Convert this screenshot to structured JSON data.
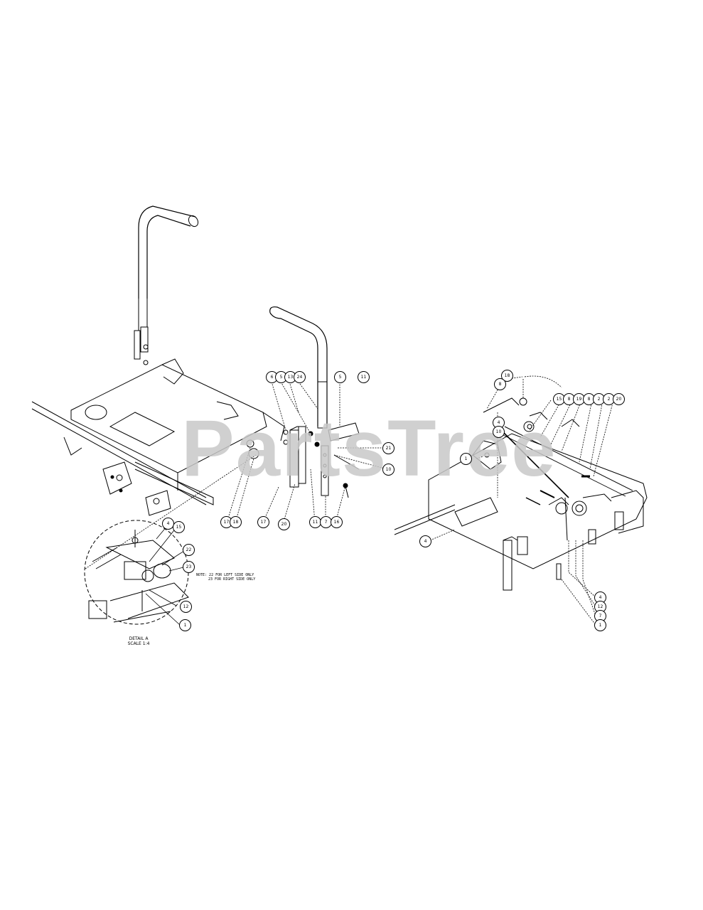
{
  "watermark": {
    "text": "PartsTree",
    "color": "#c8c8c8"
  },
  "diagram": {
    "type": "exploded-parts-diagram",
    "views": [
      {
        "id": "left-assembly",
        "description": "Frame deck with steering lever"
      },
      {
        "id": "center-lever",
        "description": "Lever assembly exploded view"
      },
      {
        "id": "detail-a",
        "description": "Circular detail view"
      },
      {
        "id": "right-assembly",
        "description": "Frame with linkage and pump"
      }
    ],
    "detail_a": {
      "title": "DETAIL A",
      "scale": "SCALE 1:4",
      "note_line1": "NOTE: 22 FOR LEFT SIDE ONLY",
      "note_line2": "23 FOR RIGHT SIDE ONLY"
    },
    "callouts": {
      "center_top": [
        "6",
        "5",
        "13",
        "24",
        "5",
        "11"
      ],
      "center_right": [
        "21",
        "10"
      ],
      "center_bottom": [
        "17",
        "18",
        "17",
        "20",
        "11",
        "7",
        "16"
      ],
      "detail": [
        "4",
        "15",
        "22",
        "23",
        "12",
        "1"
      ],
      "right_top": [
        "18",
        "8",
        "15",
        "8",
        "19",
        "8",
        "2",
        "2",
        "20"
      ],
      "right_left": [
        "4",
        "10",
        "1",
        "4"
      ],
      "right_bottom": [
        "4",
        "12",
        "7",
        "1"
      ]
    }
  }
}
